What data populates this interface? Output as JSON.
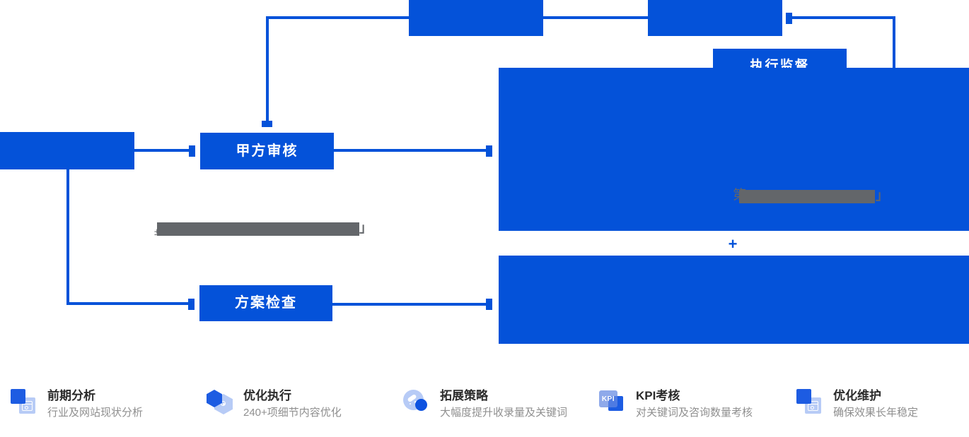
{
  "colors": {
    "primary_blue": "#0452d9",
    "icon_dark_blue": "#1d5ce2",
    "redact_gray": "#63666a",
    "feature_title_text": "#2b2b2b",
    "feature_subtitle_text": "#8f8f8f"
  },
  "flowchart": {
    "client_review_label": "甲方审核",
    "plan_check_label": "方案检查",
    "execution_supervision_label": "执行监督",
    "plus_sign": "+",
    "redacted_text_on_blue_panel": {
      "lead_char": "第",
      "tail_char": "」"
    },
    "redacted_text_on_white": {
      "lead_char": "±",
      "tail_char": "」"
    }
  },
  "features": [
    {
      "title": "前期分析",
      "subtitle": "行业及网站现状分析"
    },
    {
      "title": "优化执行",
      "subtitle": "240+项细节内容优化"
    },
    {
      "title": "拓展策略",
      "subtitle": "大幅度提升收录量及关键词"
    },
    {
      "title": "KPI考核",
      "subtitle": "对关键词及咨询数量考核",
      "icon_text": "KPI"
    },
    {
      "title": "优化维护",
      "subtitle": "确保效果长年稳定"
    }
  ]
}
